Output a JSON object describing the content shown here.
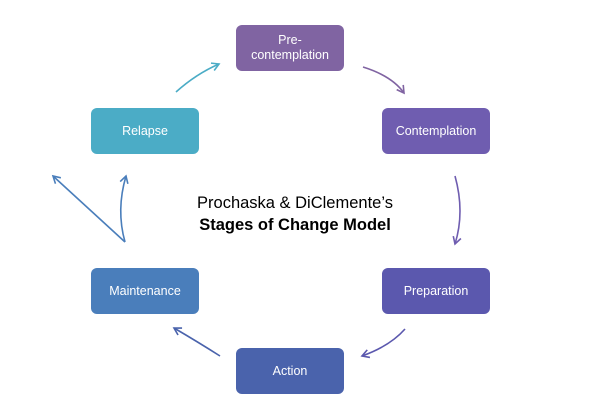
{
  "diagram": {
    "title_line1": "Prochaska & DiClemente’s",
    "title_line2": "Stages of Change Model",
    "stages": [
      {
        "label": "Pre-\ncontemplation",
        "color": "#8064A2"
      },
      {
        "label": "Contemplation",
        "color": "#6F5DB0"
      },
      {
        "label": "Preparation",
        "color": "#5B58AE"
      },
      {
        "label": "Action",
        "color": "#4A63AC"
      },
      {
        "label": "Maintenance",
        "color": "#4A7EBB"
      },
      {
        "label": "Relapse",
        "color": "#4BACC6"
      }
    ],
    "arrow_colors": {
      "to_contemplation": "#8064A2",
      "to_preparation": "#6F5DB0",
      "to_action": "#5B58AE",
      "to_maintenance": "#4A63AC",
      "to_relapse": "#4A7EBB",
      "to_precontemplation": "#4BACC6"
    }
  }
}
